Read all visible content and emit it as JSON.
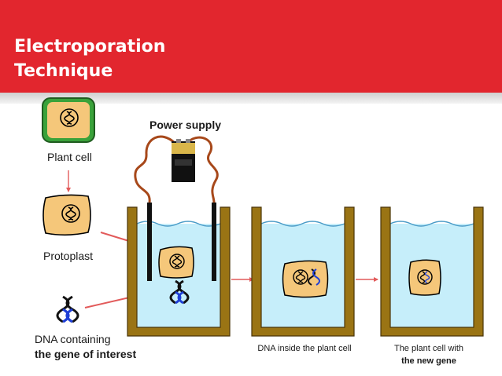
{
  "header": {
    "title_line1": "Electroporation",
    "title_line2": "Technique"
  },
  "labels": {
    "plant_cell": "Plant cell",
    "protoplast": "Protoplast",
    "power_supply": "Power supply",
    "dna_line1": "DNA containing",
    "dna_line2": "the gene of interest",
    "dna_inside": "DNA inside the plant cell",
    "new_gene_line1": "The plant cell with",
    "new_gene_line2": "the new gene"
  },
  "colors": {
    "header_red": "#e2262e",
    "cell_fill": "#f5c77a",
    "cell_wall": "#3aa23a",
    "beaker_brown": "#9a7414",
    "water": "#c6eefa",
    "arrow_red": "#e25a5a",
    "dna_blue": "#1f3fd6"
  }
}
